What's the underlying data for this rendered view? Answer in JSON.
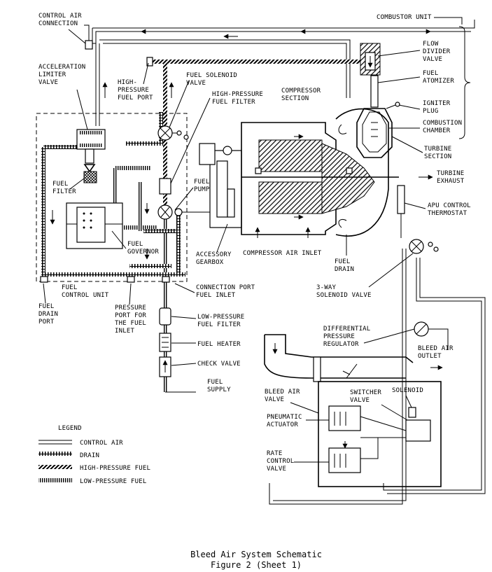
{
  "labels": {
    "control_air_connection": [
      "CONTROL AIR",
      "CONNECTION"
    ],
    "combustor_unit": "COMBUSTOR UNIT",
    "flow_divider_valve": [
      "FLOW",
      "DIVIDER",
      "VALVE"
    ],
    "fuel_atomizer": [
      "FUEL",
      "ATOMIZER"
    ],
    "acceleration_limiter_valve": [
      "ACCELERATION",
      "LIMITER",
      "VALVE"
    ],
    "high_pressure_fuel_port": [
      "HIGH-",
      "PRESSURE",
      "FUEL PORT"
    ],
    "fuel_solenoid_valve": [
      "FUEL SOLENOID",
      "VALVE"
    ],
    "high_pressure_fuel_filter": [
      "HIGH-PRESSURE",
      "FUEL FILTER"
    ],
    "compressor_section": [
      "COMPRESSOR",
      "SECTION"
    ],
    "igniter_plug": [
      "IGNITER",
      "PLUG"
    ],
    "combustion_chamber": [
      "COMBUSTION",
      "CHAMBER"
    ],
    "turbine_section": [
      "TURBINE",
      "SECTION"
    ],
    "turbine_exhaust": [
      "TURBINE",
      "EXHAUST"
    ],
    "apu_control_thermostat": [
      "APU CONTROL",
      "THERMOSTAT"
    ],
    "fuel_filter": [
      "FUEL",
      "FILTER"
    ],
    "fuel_pump": [
      "FUEL",
      "PUMP"
    ],
    "fuel_governor": [
      "FUEL",
      "GOVERNOR"
    ],
    "accessory_gearbox": [
      "ACCESSORY",
      "GEARBOX"
    ],
    "compressor_air_inlet": "COMPRESSOR AIR INLET",
    "fuel_drain": [
      "FUEL",
      "DRAIN"
    ],
    "fuel_control_unit": [
      "FUEL",
      "CONTROL UNIT"
    ],
    "connection_port_fuel_inlet": [
      "CONNECTION PORT",
      "FUEL INLET"
    ],
    "three_way_solenoid_valve": [
      "3-WAY",
      "SOLENOID VALVE"
    ],
    "fuel_drain_port": [
      "FUEL",
      "DRAIN",
      "PORT"
    ],
    "pressure_port_fuel_inlet": [
      "PRESSURE",
      "PORT FOR",
      "THE FUEL",
      "INLET"
    ],
    "low_pressure_fuel_filter": [
      "LOW-PRESSURE",
      "FUEL FILTER"
    ],
    "fuel_heater": "FUEL HEATER",
    "check_valve": "CHECK VALVE",
    "fuel_supply": [
      "FUEL",
      "SUPPLY"
    ],
    "differential_pressure_regulator": [
      "DIFFERENTIAL",
      "PRESSURE",
      "REGULATOR"
    ],
    "bleed_air_outlet": [
      "BLEED AIR",
      "OUTLET"
    ],
    "bleed_air_valve": [
      "BLEED AIR",
      "VALVE"
    ],
    "switcher_valve": [
      "SWITCHER",
      "VALVE"
    ],
    "solenoid": "SOLENOID",
    "pneumatic_actuator": [
      "PNEUMATIC",
      "ACTUATOR"
    ],
    "rate_control_valve": [
      "RATE",
      "CONTROL",
      "VALVE"
    ]
  },
  "legend": {
    "title": "LEGEND",
    "items": [
      "CONTROL AIR",
      "DRAIN",
      "HIGH-PRESSURE FUEL",
      "LOW-PRESSURE FUEL"
    ]
  },
  "caption": {
    "title": "Bleed Air System Schematic",
    "subtitle": "Figure 2 (Sheet 1)"
  }
}
